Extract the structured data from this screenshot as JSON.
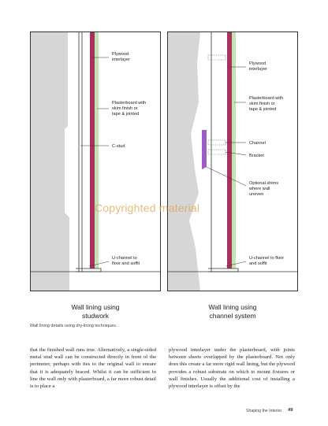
{
  "left_figure": {
    "labels": [
      "Plywood",
      "interlayer",
      "Plasterboard with",
      "skim finish or",
      "tape & jointed",
      "C-stud",
      "U-channel to",
      "floor and soffit"
    ],
    "caption_line1": "Wall lining using",
    "caption_line2": "studwork"
  },
  "right_figure": {
    "labels": [
      "Plywood",
      "interlayer",
      "Plasterboard with",
      "skim finish or",
      "tape & jointed",
      "Channel",
      "Bracket",
      "Optional shims",
      "where wall",
      "uneven",
      "U-channel to floor",
      "and soffit"
    ],
    "caption_line1": "Wall lining using",
    "caption_line2": "channel system"
  },
  "figure_note": "Wall lining details using dry-lining techniques.",
  "watermark": "Copyrighted material",
  "body_left": "that the finished wall runs true. Alternatively, a single-sided metal stud wall can be constructed directly in front of the perimeter, perhaps with ties to the original wall to ensure that it is adequately braced. Whilst it can be sufficient to line the wall only with plasterboard, a far more robust detail is to place a",
  "body_right": "plywood interlayer under the plasterboard, with joints between sheets overlapped by the plasterboard. Not only does this create a far more rigid wall lining, but the plywood provides a robust substrate on which to mount fixtures or wall finishes. Usually the additional cost of installing a plywood interlayer is offset by the",
  "footer": {
    "section": "Shaping the Interior",
    "page_number": "49"
  },
  "colors": {
    "masonry": "#d6d6d6",
    "plywood": "#a8325e",
    "plasterboard": "#c3e3b4",
    "bracket": "#9a5ec4"
  }
}
